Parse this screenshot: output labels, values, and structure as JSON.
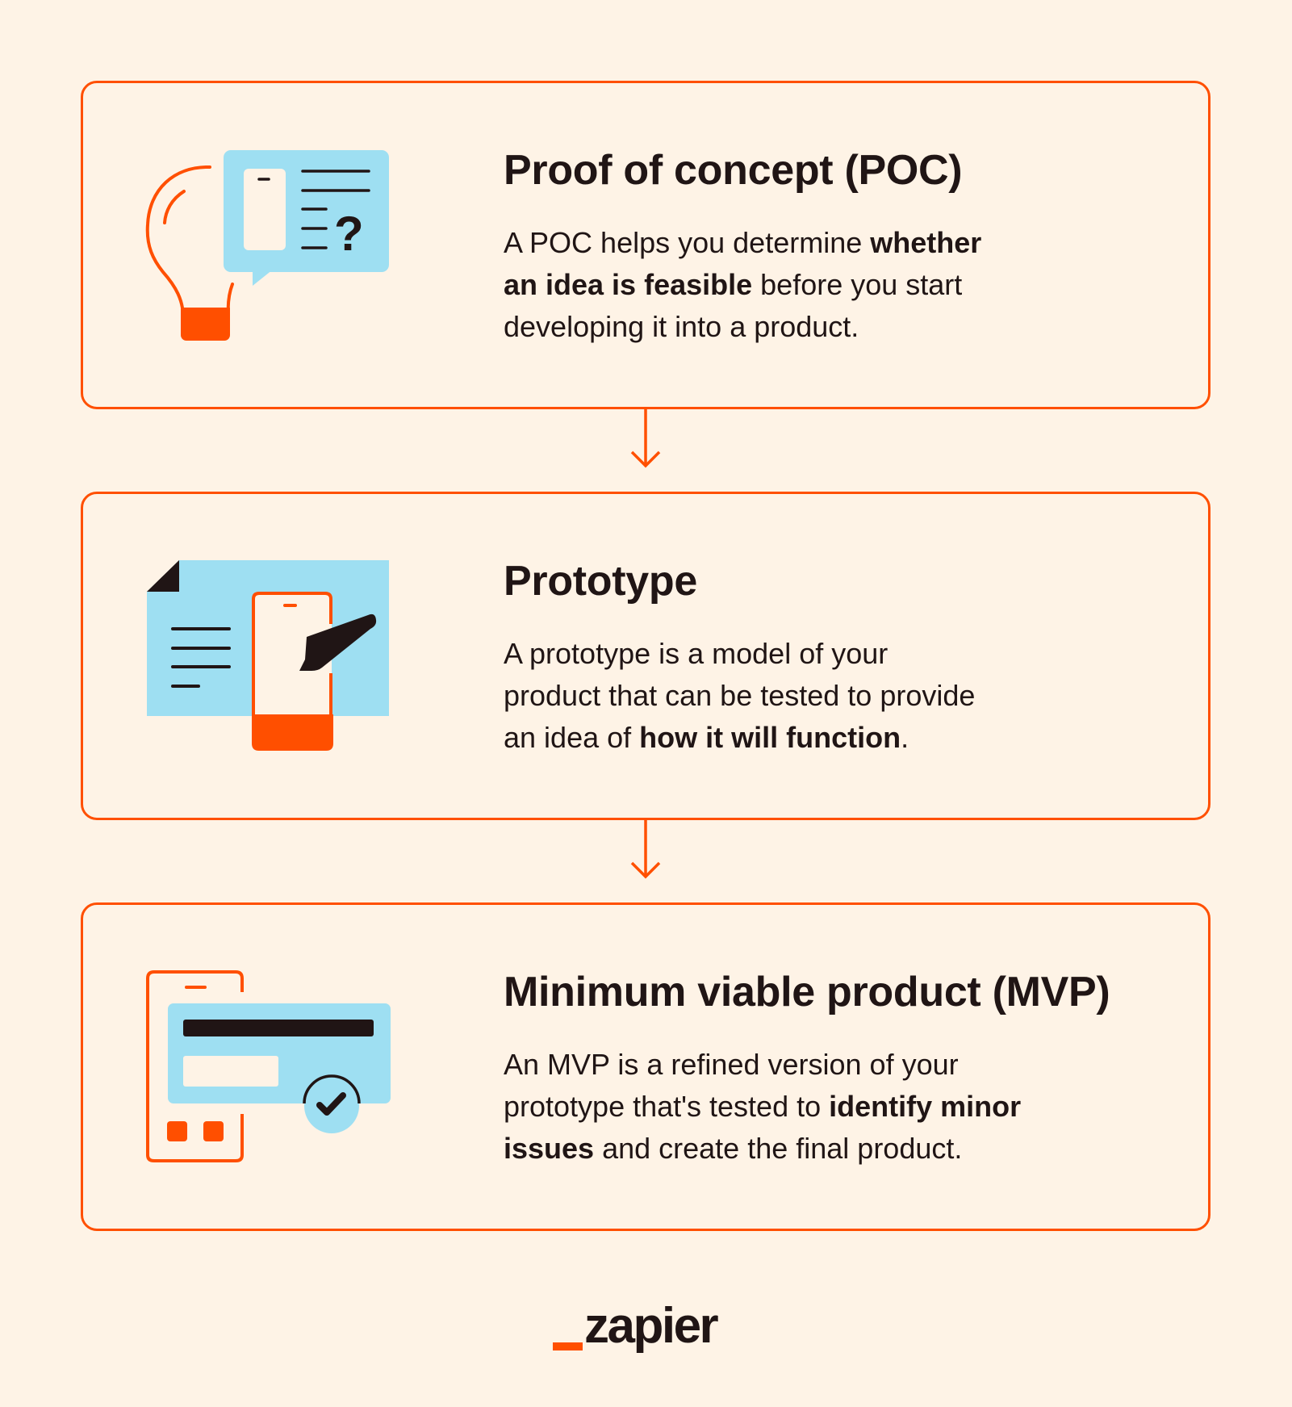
{
  "colors": {
    "background": "#fef3e6",
    "accent": "#ff4f00",
    "illustration_blue": "#9edff2",
    "text": "#201515"
  },
  "steps": [
    {
      "title": "Proof of concept (POC)",
      "icon": "lightbulb-chat-icon",
      "desc_lines": [
        [
          {
            "t": "A POC helps you determine "
          },
          {
            "t": "whether",
            "b": true
          }
        ],
        [
          {
            "t": "an idea is feasible",
            "b": true
          },
          {
            "t": " before you start"
          }
        ],
        [
          {
            "t": "developing it into a product."
          }
        ]
      ]
    },
    {
      "title": "Prototype",
      "icon": "document-phone-pencil-icon",
      "desc_lines": [
        [
          {
            "t": "A prototype is a model of your"
          }
        ],
        [
          {
            "t": "product that can be tested to provide"
          }
        ],
        [
          {
            "t": "an idea of "
          },
          {
            "t": "how it will function",
            "b": true
          },
          {
            "t": "."
          }
        ]
      ]
    },
    {
      "title": "Minimum viable product (MVP)",
      "icon": "phone-card-check-icon",
      "desc_lines": [
        [
          {
            "t": "An MVP is a refined version of your"
          }
        ],
        [
          {
            "t": "prototype that's tested to "
          },
          {
            "t": "identify minor",
            "b": true
          }
        ],
        [
          {
            "t": "issues",
            "b": true
          },
          {
            "t": " and create the final product."
          }
        ]
      ]
    }
  ],
  "arrows": [
    "arrow-down-icon",
    "arrow-down-icon"
  ],
  "logo": {
    "underscore": "_",
    "word": "zapier"
  }
}
